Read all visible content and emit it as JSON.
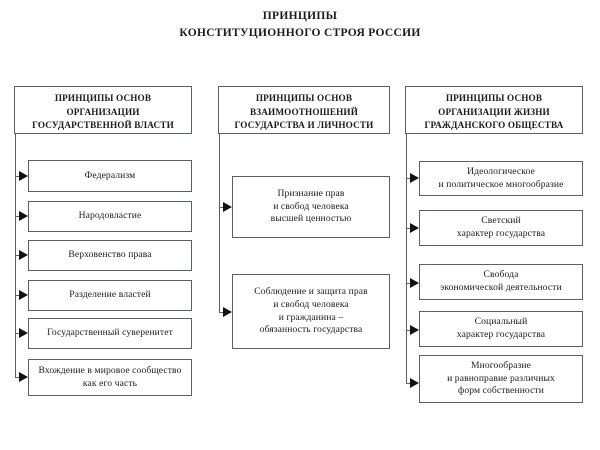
{
  "title": {
    "line1": "ПРИНЦИПЫ",
    "line2": "КОНСТИТУЦИОННОГО СТРОЯ РОССИИ"
  },
  "colors": {
    "box_border": "#5c6066",
    "arrow": "#111111",
    "background": "#ffffff",
    "text": "#1b1b1b"
  },
  "columns": [
    {
      "header": {
        "lines": [
          "ПРИНЦИПЫ ОСНОВ",
          "ОРГАНИЗАЦИИ",
          "ГОСУДАРСТВЕННОЙ ВЛАСТИ"
        ]
      },
      "nodes": [
        {
          "lines": [
            "Федерализм"
          ]
        },
        {
          "lines": [
            "Народовластие"
          ]
        },
        {
          "lines": [
            "Верховенство права"
          ]
        },
        {
          "lines": [
            "Разделение властей"
          ]
        },
        {
          "lines": [
            "Государственный суверенитет"
          ]
        },
        {
          "lines": [
            "Вхождение в мировое сообщество",
            "как его часть"
          ]
        }
      ]
    },
    {
      "header": {
        "lines": [
          "ПРИНЦИПЫ ОСНОВ",
          "ВЗАИМООТНОШЕНИЙ",
          "ГОСУДАРСТВА И ЛИЧНОСТИ"
        ]
      },
      "nodes": [
        {
          "lines": [
            "Признание прав",
            "и свобод человека",
            "высшей ценностью"
          ]
        },
        {
          "lines": [
            "Соблюдение и защита прав",
            "и свобод человека",
            "и гражданина –",
            "обязанность государства"
          ]
        }
      ]
    },
    {
      "header": {
        "lines": [
          "ПРИНЦИПЫ ОСНОВ",
          "ОРГАНИЗАЦИИ ЖИЗНИ",
          "ГРАЖДАНСКОГО ОБЩЕСТВА"
        ]
      },
      "nodes": [
        {
          "lines": [
            "Идеологическое",
            "и политическое многообразие"
          ]
        },
        {
          "lines": [
            "Светский",
            "характер государства"
          ]
        },
        {
          "lines": [
            "Свобода",
            "экономической деятельности"
          ]
        },
        {
          "lines": [
            "Социальный",
            "характер государства"
          ]
        },
        {
          "lines": [
            "Многообразие",
            "и равноправие различных",
            "форм собственности"
          ]
        }
      ]
    }
  ]
}
